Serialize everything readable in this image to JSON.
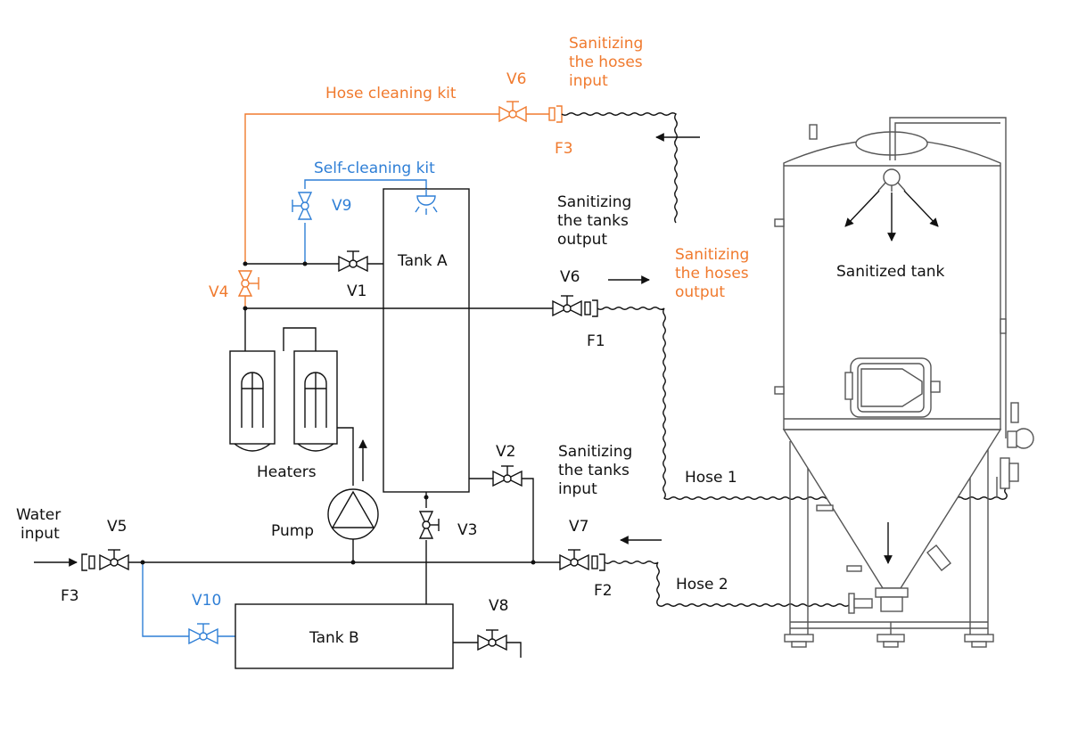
{
  "colors": {
    "orange": "#f07a2e",
    "blue": "#2f7fd6",
    "black": "#111111",
    "gray": "#555555"
  },
  "labels": {
    "hose_cleaning_kit": "Hose cleaning kit",
    "self_cleaning_kit": "Self-cleaning kit",
    "sanitizing_hoses_input": [
      "Sanitizing",
      "the hoses",
      "input"
    ],
    "sanitizing_hoses_output": [
      "Sanitizing",
      "the hoses",
      "output"
    ],
    "sanitizing_tanks_output": [
      "Sanitizing",
      "the tanks",
      "output"
    ],
    "sanitizing_tanks_input": [
      "Sanitizing",
      "the tanks",
      "input"
    ],
    "water_input": [
      "Water",
      "input"
    ],
    "tank_a": "Tank A",
    "tank_b": "Tank B",
    "sanitized_tank": "Sanitized tank",
    "heaters": "Heaters",
    "pump": "Pump",
    "hose1": "Hose 1",
    "hose2": "Hose 2"
  },
  "valves": {
    "v1": "V1",
    "v2": "V2",
    "v3": "V3",
    "v4": "V4",
    "v5": "V5",
    "v6_top": "V6",
    "v6": "V6",
    "v7": "V7",
    "v8": "V8",
    "v9": "V9",
    "v10": "V10"
  },
  "fittings": {
    "f1": "F1",
    "f2": "F2",
    "f3_top": "F3",
    "f3_left": "F3"
  }
}
